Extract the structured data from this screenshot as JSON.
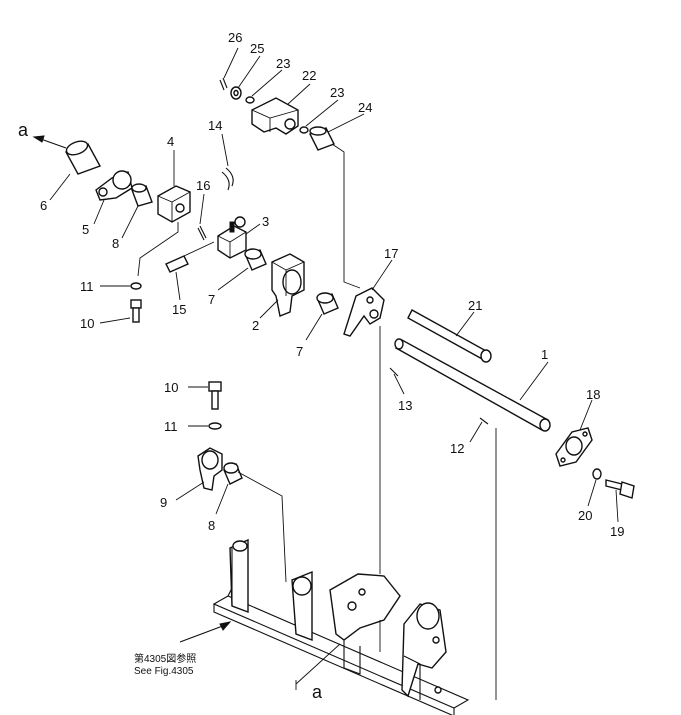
{
  "diagram": {
    "callouts": [
      "1",
      "2",
      "3",
      "4",
      "5",
      "6",
      "7",
      "7",
      "8",
      "8",
      "9",
      "10",
      "10",
      "11",
      "11",
      "12",
      "13",
      "14",
      "15",
      "16",
      "17",
      "18",
      "19",
      "20",
      "21",
      "22",
      "23",
      "23",
      "24",
      "25",
      "26"
    ],
    "ref_marker": "a",
    "ref_marker_bottom": "a",
    "note_japanese": "第4305図参照",
    "note_english": "See Fig.4305"
  }
}
